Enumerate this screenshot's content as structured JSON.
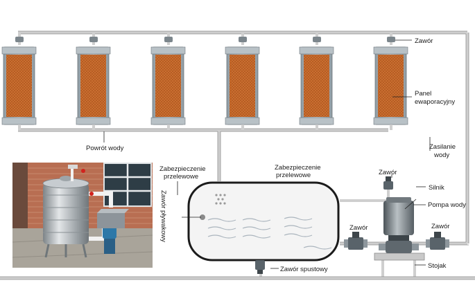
{
  "labels": {
    "valve_top": "Zawór",
    "evap_panel_line1": "Panel",
    "evap_panel_line2": "ewaporacyjny",
    "water_return": "Powrót wody",
    "water_supply_line1": "Zasilanie",
    "water_supply_line2": "wody",
    "overflow_left_line1": "Zabezpieczenie",
    "overflow_left_line2": "przelewowe",
    "overflow_right_line1": "Zabezpieczenie",
    "overflow_right_line2": "przelewowe",
    "float_valve": "Zawór pływakowy",
    "valve_mid": "Zawór",
    "motor": "Silnik",
    "water_pump": "Pompa wody",
    "valve_left_pump": "Zawór",
    "valve_right_pump": "Zawór",
    "drain_valve": "Zawór spustowy",
    "stand": "Stojak"
  },
  "panels": [
    {
      "id": 1
    },
    {
      "id": 2
    },
    {
      "id": 3
    },
    {
      "id": 4
    },
    {
      "id": 5
    },
    {
      "id": 6
    }
  ],
  "colors": {
    "pipe": "#d4d4d4",
    "pipe_edge": "#9a9a9a",
    "panel_frame": "#a9b3b9",
    "panel_pad": "#c76a2c",
    "tank_fill": "#f3f3f3",
    "tank_stroke": "#1c1c1c"
  }
}
